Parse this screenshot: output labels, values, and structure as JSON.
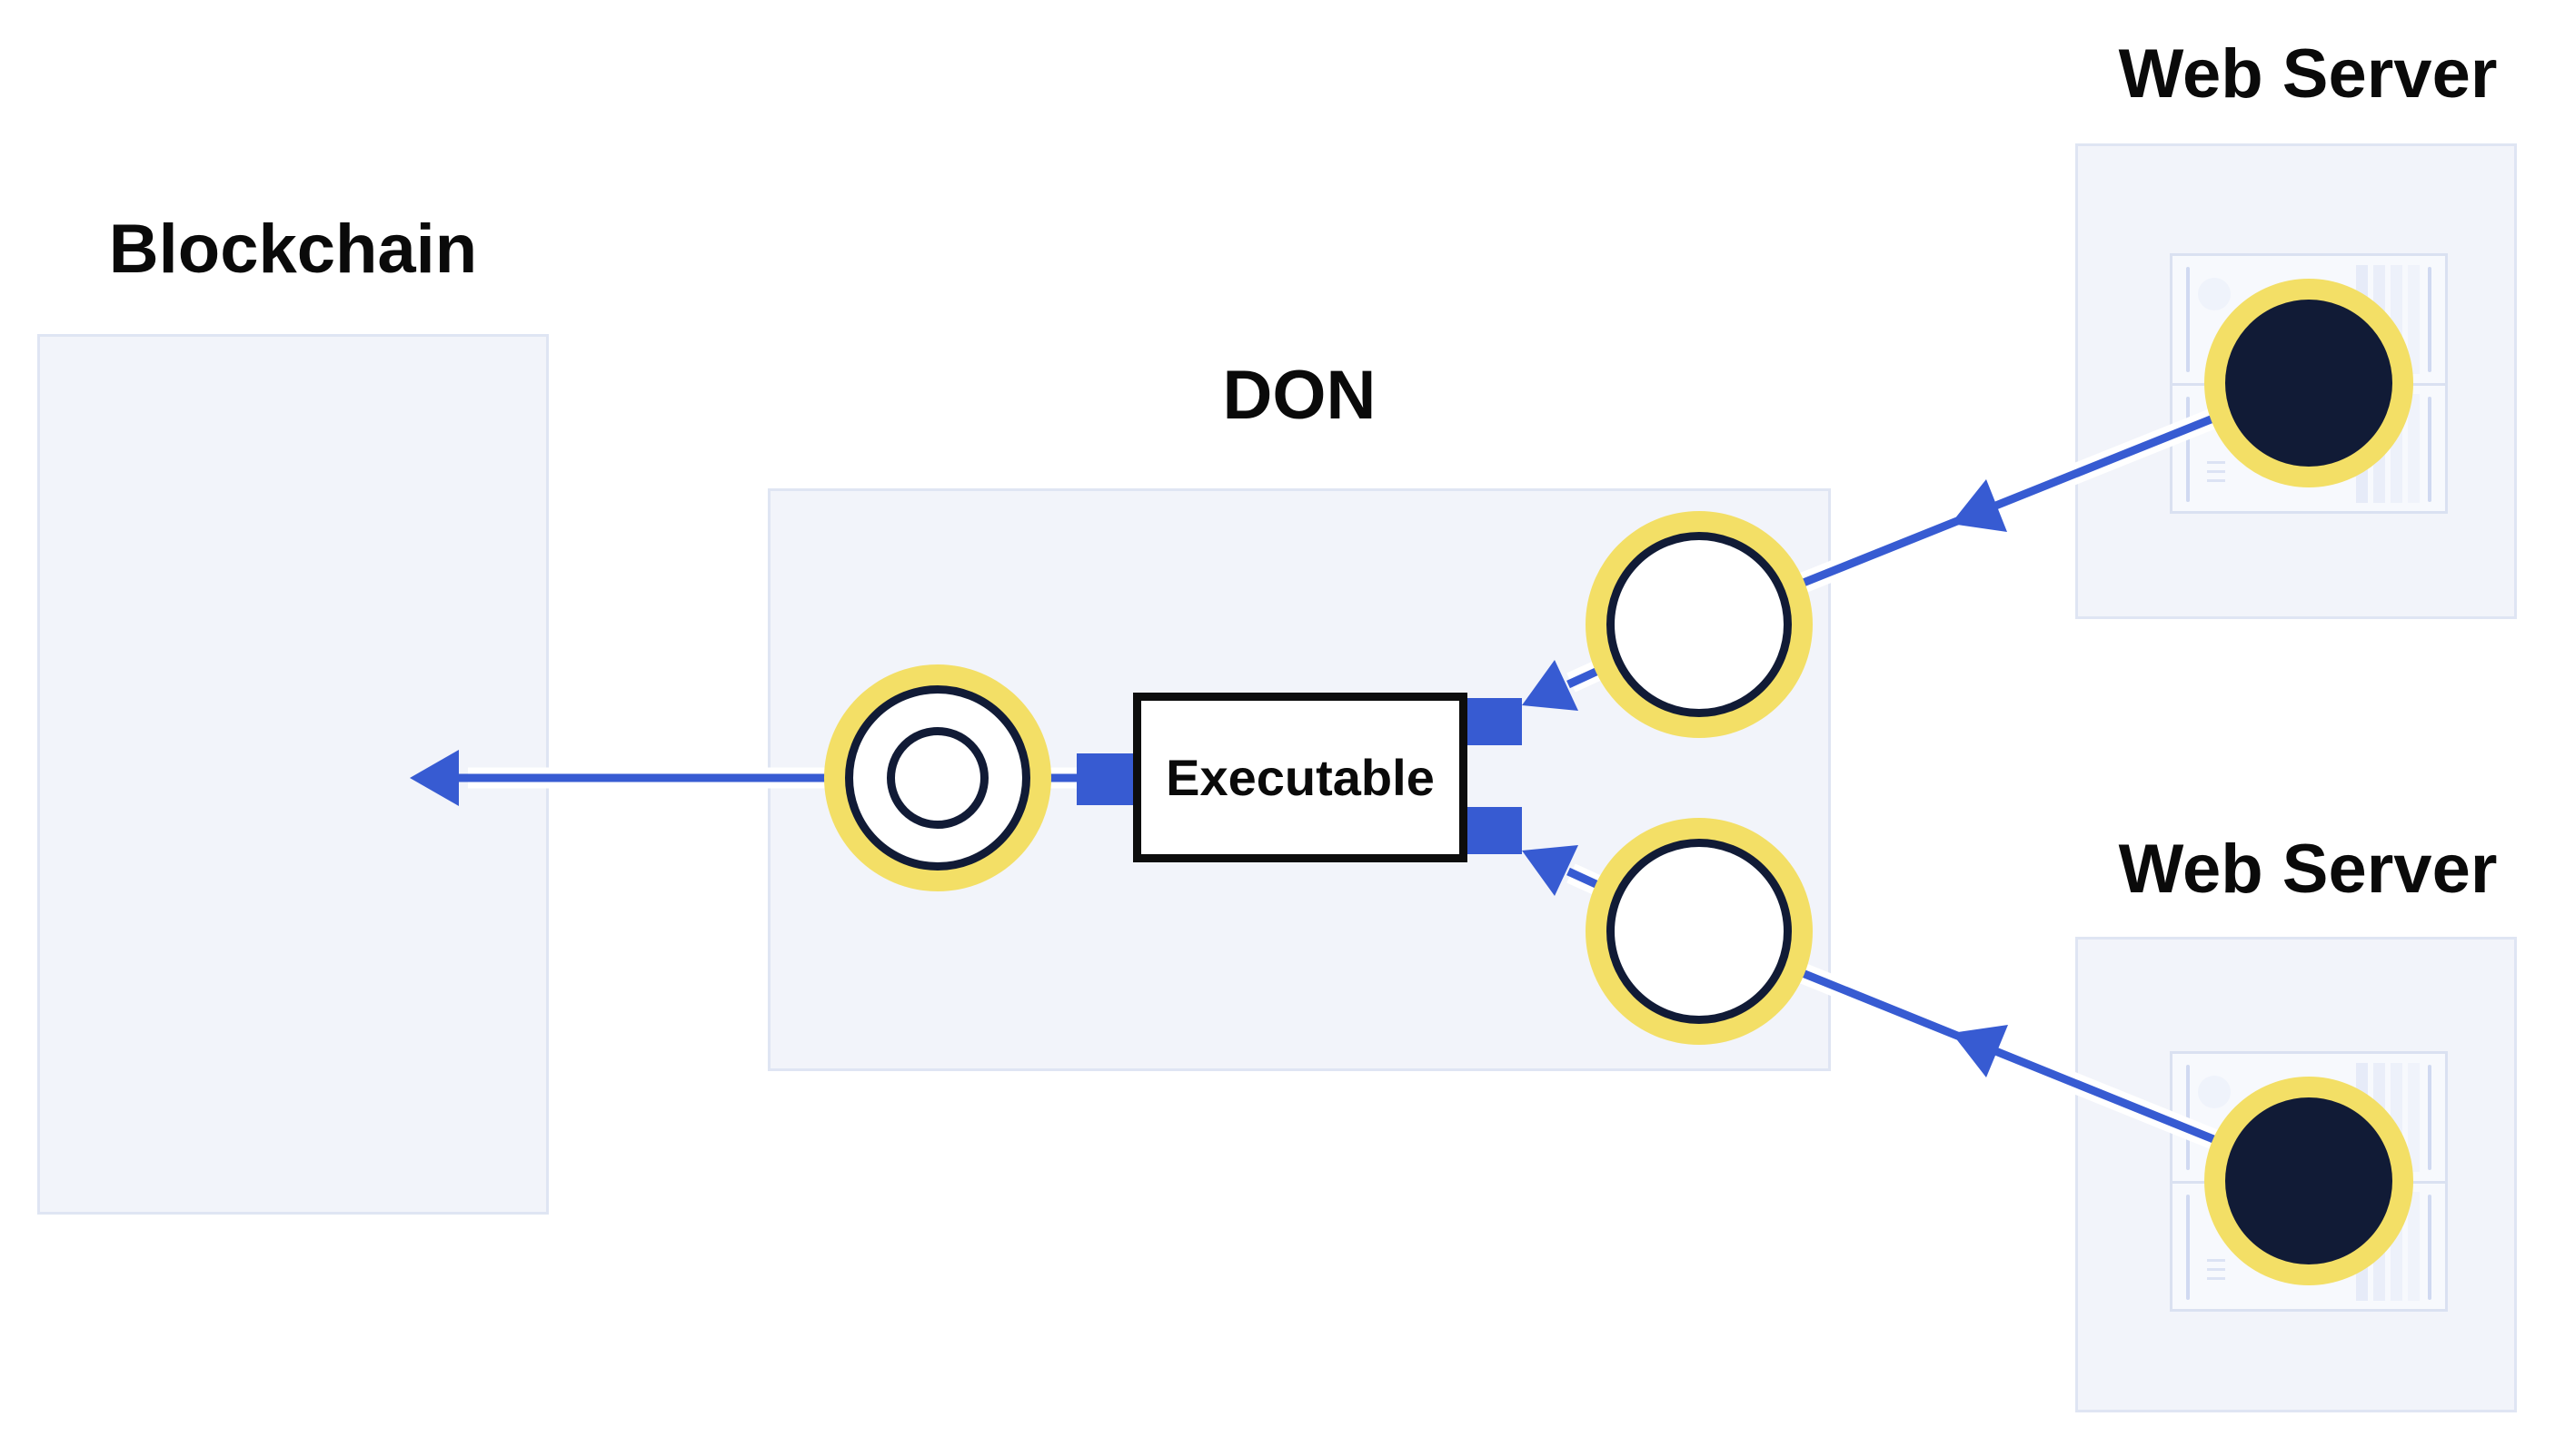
{
  "diagram": {
    "blockchain": {
      "title": "Blockchain"
    },
    "don": {
      "title": "DON",
      "executable_label": "Executable"
    },
    "web_servers": [
      {
        "title": "Web Server"
      },
      {
        "title": "Web Server"
      }
    ]
  },
  "colors": {
    "accent_blue": "#375BD2",
    "navy": "#111B36",
    "yellow": "#F3DF66",
    "panel_fill": "#F2F4FA",
    "panel_border": "#DFE5F3",
    "rack_fill": "#F7F9FD",
    "rack_border": "#DAE1F1",
    "rack_line": "#C9D3EE",
    "rack_bar": "#E6EBF8",
    "rack_circle": "#EFF3FB",
    "rack_dash": "#DCE3F4",
    "ink": "#0A0A0A",
    "box_border_dark": "#0D0D0D",
    "white": "#FFFFFF"
  }
}
